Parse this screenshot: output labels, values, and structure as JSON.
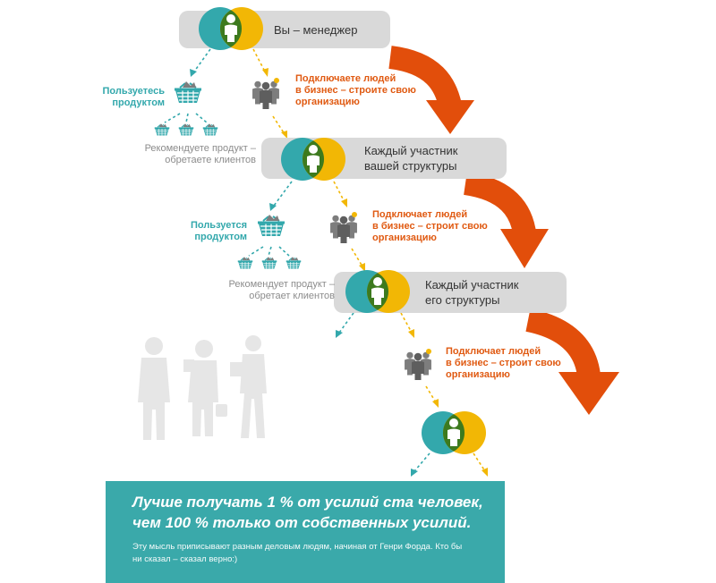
{
  "levels": [
    {
      "label": "Вы – менеджер"
    },
    {
      "label": "Каждый участник\nвашей структуры"
    },
    {
      "label": "Каждый участник\nего структуры"
    }
  ],
  "uses_product": [
    {
      "text": "Пользуетесь\nпродуктом"
    },
    {
      "text": "Пользуется\nпродуктом"
    }
  ],
  "recommends": [
    {
      "text": "Рекомендуете продукт –\nобретаете клиентов"
    },
    {
      "text": "Рекомендует продукт –\nобретает клиентов"
    }
  ],
  "connects": [
    {
      "text": "Подключаете людей\nв бизнес – строите свою\nорганизацию"
    },
    {
      "text": "Подключает людей\nв бизнес – строит свою\nорганизацию"
    },
    {
      "text": "Подключает людей\nв бизнес – строит свою\nорганизацию"
    }
  ],
  "quote": {
    "main": "Лучше получать 1 % от усилий ста человек,\nчем 100 % только от собственных усилий.",
    "note": "Эту мысль приписывают разным деловым людям, начиная от Генри Форда. Кто бы\nни сказал – сказал верно:)"
  },
  "colors": {
    "teal": "#33a8ac",
    "yellow": "#f2b705",
    "green": "#3d7a1e",
    "orange_arrow": "#e24e0b",
    "orange_text": "#e05a12",
    "pill_gray": "#d9d9d9",
    "icon_gray": "#7d7d7d",
    "silhouette": "#e6e6e6"
  }
}
